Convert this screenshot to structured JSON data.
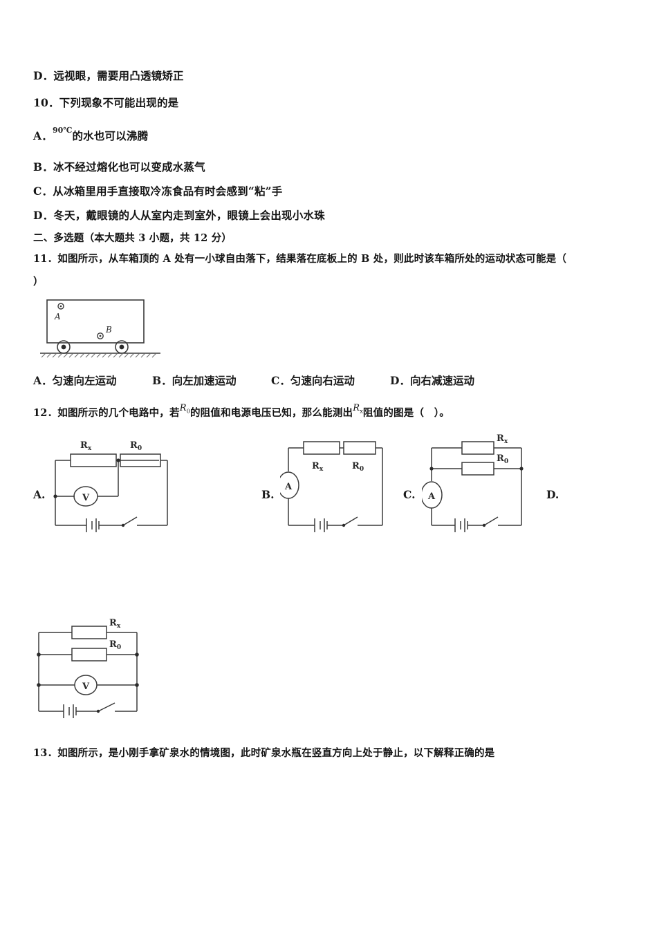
{
  "document": {
    "type": "physics-exam-page",
    "language": "zh-CN"
  },
  "q9_tail": {
    "option_d": "D．远视眼，需要用凸透镜矫正"
  },
  "q10": {
    "number": "10．",
    "stem": "下列现象不可能出现的是",
    "options": [
      {
        "label": "A．",
        "formula": "90℃",
        "text": "的水也可以沸腾"
      },
      {
        "label": "B．",
        "text": "冰不经过熔化也可以变成水蒸气"
      },
      {
        "label": "C．",
        "text": "从冰箱里用手直接取冷冻食品有时会感到“粘”手"
      },
      {
        "label": "D．",
        "text": "冬天，戴眼镜的人从室内走到室外，眼镜上会出现小水珠"
      }
    ]
  },
  "section2": {
    "heading": "二、多选题（本大题共 3 小题，共 12 分）"
  },
  "q11": {
    "number": "11．",
    "stem_line1": "如图所示，从车箱顶的 A 处有一小球自由落下，结果落在底板上的 B 处，则此时该车箱所处的运动状态可能是（",
    "stem_line2": "）",
    "figure": {
      "name": "cart-with-ball-diagram",
      "point_a_label": "A",
      "point_b_label": "B"
    },
    "options": [
      {
        "label": "A．",
        "text": "匀速向左运动"
      },
      {
        "label": "B．",
        "text": "向左加速运动"
      },
      {
        "label": "C．",
        "text": "匀速向右运动"
      },
      {
        "label": "D．",
        "text": "向右减速运动"
      }
    ]
  },
  "q12": {
    "number": "12．",
    "stem_part1": "如图所示的几个电路中，若",
    "symbol_r0": "R",
    "symbol_r0_sub": "0",
    "stem_part2": "的阻值和电源电压已知，那么能测出",
    "symbol_rx": "R",
    "symbol_rx_sub": "x",
    "stem_part3": "阻值的图是（　）。",
    "circuits": [
      {
        "letter": "A.",
        "name": "circuit-a-series-voltmeter",
        "resistor_top_left": "R",
        "resistor_top_left_sub": "x",
        "resistor_top_right": "R",
        "resistor_top_right_sub": "0",
        "meter": "V",
        "meter_type": "voltmeter",
        "has_battery": true,
        "has_switch": true
      },
      {
        "letter": "B.",
        "name": "circuit-b-series-ammeter",
        "resistor_top_left": "R",
        "resistor_top_left_sub": "x",
        "resistor_top_right": "R",
        "resistor_top_right_sub": "0",
        "meter": "A",
        "meter_type": "ammeter",
        "has_battery": true,
        "has_switch": true
      },
      {
        "letter": "C.",
        "name": "circuit-c-parallel-ammeter",
        "resistor_top": "R",
        "resistor_top_sub": "x",
        "resistor_bottom": "R",
        "resistor_bottom_sub": "0",
        "meter": "A",
        "meter_type": "ammeter",
        "has_battery": true,
        "has_switch": true
      },
      {
        "letter": "D.",
        "name": "circuit-d-parallel-voltmeter",
        "resistor_top": "R",
        "resistor_top_sub": "x",
        "resistor_bottom": "R",
        "resistor_bottom_sub": "0",
        "meter": "V",
        "meter_type": "voltmeter",
        "has_battery": true,
        "has_switch": true
      }
    ]
  },
  "q13": {
    "number": "13．",
    "stem": "如图所示，是小刚手拿矿泉水的情境图，此时矿泉水瓶在竖直方向上处于静止，以下解释正确的是"
  },
  "colors": {
    "text": "#141414",
    "page_background": "#ffffff",
    "line_art": "#3a3a3a"
  }
}
